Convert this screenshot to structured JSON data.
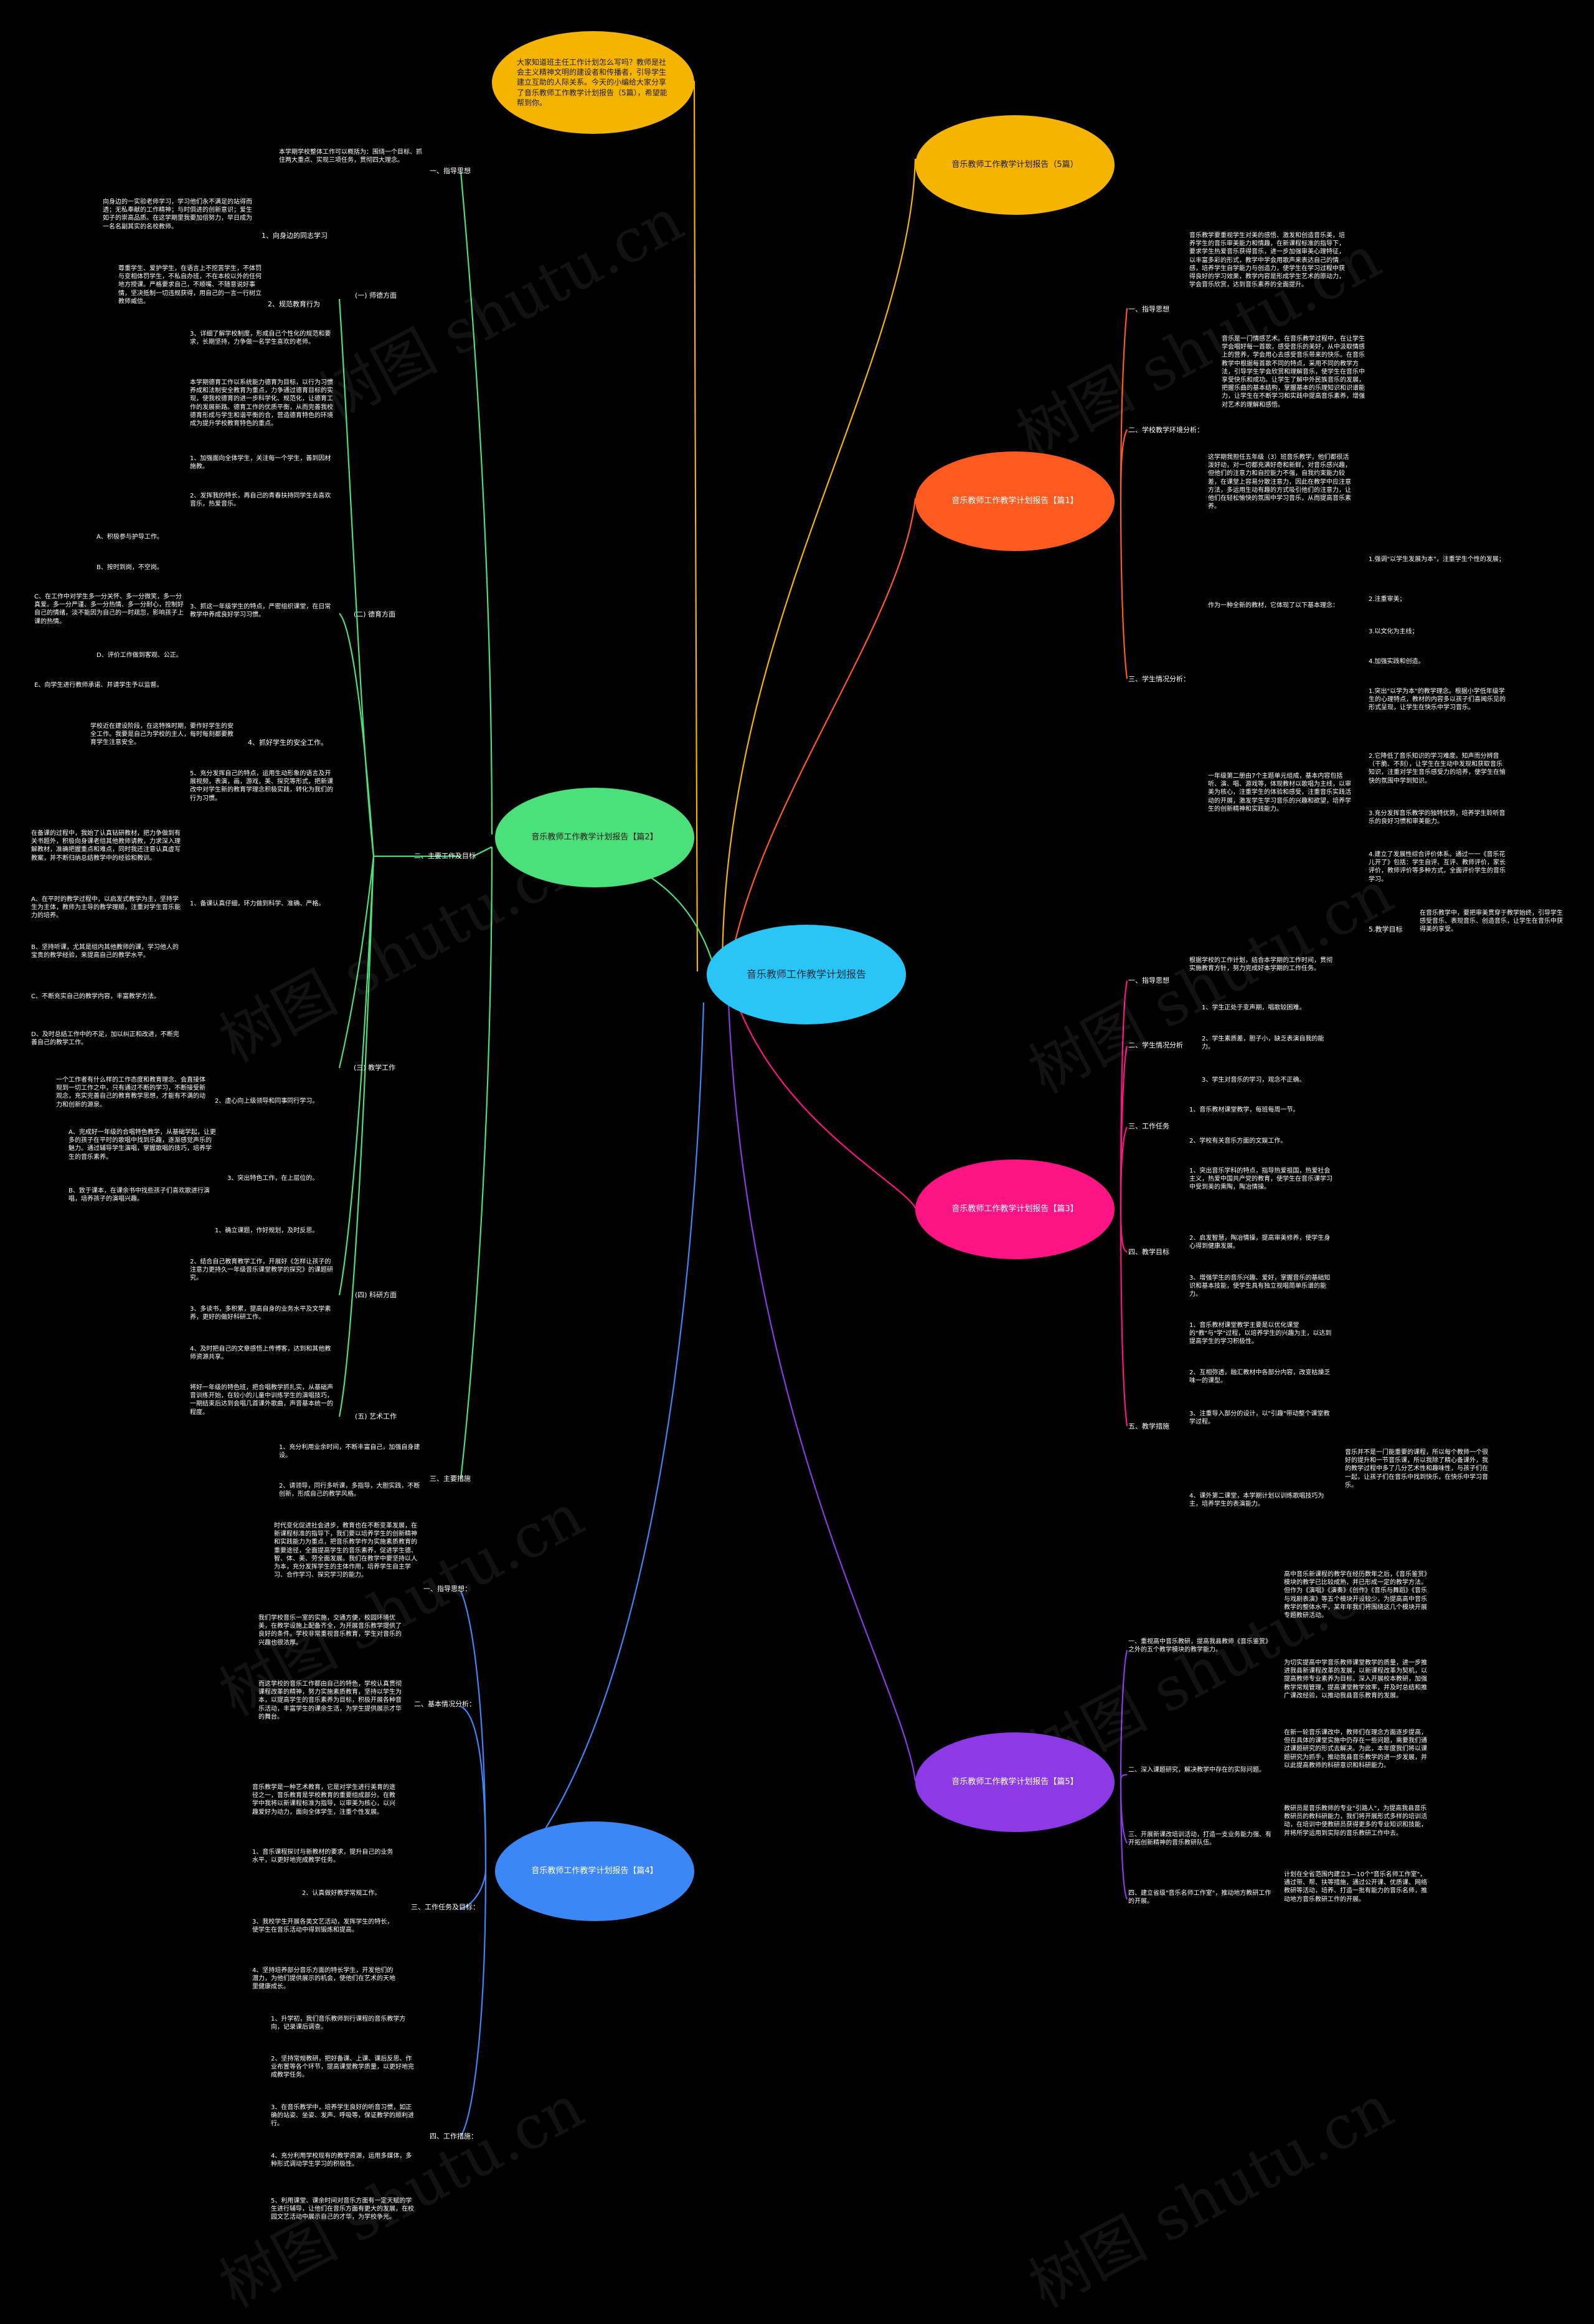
{
  "watermark": "树图 shutu.cn",
  "root": "音乐教师工作教学计划报告",
  "intro": "大家知道班主任工作计划怎么写吗？教师是社会主义精神文明的建设者和传播者，引导学生建立互助的人际关系。今天的小编给大家分享了音乐教师工作教学计划报告（5篇），希望能帮到你。",
  "branch1": "音乐教师工作教学计划报告（5篇）",
  "branch2": {
    "title": "音乐教师工作教学计划报告【篇2】",
    "s1": "一、指导思想",
    "s1_text": "本学期学校整体工作可以概括为：围绕一个目标、抓住两大重点、实现三项任务，贯彻四大理念。",
    "s2": "二、主要工作及目标",
    "g1": "(一) 师德方面",
    "g1_1": "1、向身边的同志学习",
    "g1_1t": "向身边的一实验老师学习，学习他们永不满足的站得而透；无私奉献的工作精神；与时俱进的创新意识；爱生如子的崇高品质。在这学期里我要加倍努力，早日成为一名名副其实的名校教师。",
    "g1_2": "2、规范教育行为",
    "g1_2t": "尊重学生、爱护学生，在语言上不挖苦学生，不体罚与变相体罚学生，不私自办班，不在本校以外的任何地方授课。严格要求自己，不顺嘴、不随意说好事情，坚决抵制一切违规获得，用自己的一言一行树立教师威信。",
    "g1_3t": "3、详细了解学校制度，形成自己个性化的规范和要求，长期坚持，力争做一名学生喜欢的老师。",
    "g2": "(二) 德育方面",
    "g2_a": "本学期德育工作以系统能力德育为目标，以行为习惯养成和法制安全教育为重点，力争通过德育目标的实现，使我校德育的进一步科学化、规范化，让德育工作的发展新路。德育工作的优质平衡，从而完善我校德育形成与学生和谐平衡的合，营造德育特色的环境成为提升学校教育特色的重点。",
    "g2_1": "1、加强面向全体学生，关注每一个学生，善到因材施教。",
    "g2_2": "2、发挥我的特长，再自己的青春扶持同学生去喜欢音乐，热爱音乐。",
    "g2_3": "3、抓这一年级学生的特点，严密组织课堂，在日常教学中养成良好学习习惯。",
    "g2_3a": "A、积极参与护导工作。",
    "g2_3b": "B、按时到岗，不空岗。",
    "g2_3c": "C、在工作中对学生多一分关怀、多一分微笑，多一分真爱。多一分严谨、多一分热情、多一分耐心，控制好自己的情绪，淡不能因为自己的一时疏忽，影响孩子上课的热情。",
    "g2_3d": "D、评价工作做到客观、公正。",
    "g2_3e": "E、向学生进行教师承诺、并请学生予以监督。",
    "g2_4": "4、抓好学生的安全工作。",
    "g2_4t": "学校近在建设阶段，在这特殊时期，要作好学生的安全工作。我要是自己为学校的主人，每时每刻都要教育学生注意安全。",
    "g2_5": "5、充分发挥自己的特点，运用生动形象的语言及开展视频，表演，画，游戏，美、探究等形式，把新课改中对学生新的教育学理念积极实践，转化为我们的行为习惯。",
    "g3": "(三) 教学工作",
    "g3_1": "1、备课认真仔细，环力做到科学、准确、严格。",
    "g3_1t": "在备课的过程中，我始了认真钻研教材，把力争做到有关书题外，积极向身课老组其他教师请教，力求深入理解教材，准确把握重点和难点，同时我还注意认真虚写教案，并不断归纳总结教学中的经验和教训。",
    "g3_1a": "A、在平时的教学过程中，以启发式教学为主，坚持学生为主体，教师为主导的教学理顺，注重对学生音乐能力的培养。",
    "g3_1b": "B、坚持听课，尤其是组内其他教师的课，学习他人的宝贵的教学经验，来提高自己的教学水平。",
    "g3_1c": "C、不断充实自己的教学内容，丰富教学方法。",
    "g3_1d": "D、及时总结工作中的不足，加以纠正和改进，不断完善自己的教学工作。",
    "g3_2": "2、虚心向上级领导和同事同行学习。",
    "g3_2t": "一个工作者有什么样的工作态度和教育理念、会直接体现到一切工作之中，只有通过不断的学习，不断接受新观念，充实完善自己的教育教学思想，才能有不满的动力和创新的源泉。",
    "g3_3": "3、突出特色工作，在上层位的。",
    "g3_3a": "A、完成好一年级的合唱特色教学，从基础学起，让更多的孩子在平时的歌唱中找到乐趣，逐渐感觉声乐的魅力。通过辅导学生演唱，掌握歌唱的技巧，培养学生的音乐素养。",
    "g3_3b": "B、致于课本，在课余书中找些孩子们喜欢歌进行演唱，培养孩子的演唱兴趣。",
    "g4": "(四) 科研方面",
    "g4_1": "1、确立课题，作好规划，及时反思。",
    "g4_2": "2、结合自己教育教学工作，开展好《怎样让孩子的注意力更持久一年级音乐课堂教学的探究》的课题研究。",
    "g4_3": "3、多读书，多积累，提高自身的业务水平及文学素养，更好的做好科研工作。",
    "g4_4": "4、及时把自己的文章感悟上传博客，达到和其他教师资源共享。",
    "g5": "(五) 艺术工作",
    "g5_t": "将好一年级的特色班，把合唱教学抓扎实，从基础声音训练开始，在较小的儿童中训练学生的演唱技巧，一期结束后达到会唱几首课外歌曲，声音基本统一的程度。",
    "s3": "三、主要措施",
    "s3_1": "1、充分利用业余时间，不断丰富自己，加强自身建设。",
    "s3_2": "2、请领导，同行多听课，多指导，大胆实践，不断创新，形成自己的教学风格。"
  },
  "branch3": {
    "title": "音乐教师工作教学计划报告【篇1】",
    "s1": "一、指导思想",
    "s1_t": "音乐教学要重视学生对美的感悟、激发和创造音乐美，培养学生的音乐审美能力和情趣，在新课程标准的指导下，要求学生热爱音乐获得音乐，进一步加强审美心理特征，以丰富多彩的形式，教学中学会用歌声来表达自己的情感，培养学生自学能力与创造力，使学生在学习过程中获得良好的学习效果，教学内容是形成学生艺术的原动力，学会音乐欣赏，达到音乐素养的全面提升。",
    "s2": "二、学校教学环境分析：",
    "s2_t": "音乐是一门情感艺术。在音乐教学过程中，在让学生学会唱好每一首歌，感受音乐的美好，从中汲取情感上的营养，学会用心去感受音乐带来的快乐。在音乐教学中根据每首歌不同的特点，采用不同的教学方法，引导学生学会欣赏和理解音乐，使学生在音乐中享受快乐和成功。让学生了解中外民族音乐的发展，把握乐曲的基本结构，掌握基本的乐理知识和识谱能力，让学生在不断学习和实践中提高音乐素养，增强对艺术的理解和感悟。",
    "s3": "三、学生情况分析：",
    "s3_a": "这学期我担任五年级（3）班音乐教学，他们都很活泼好动，对一切都充满好奇和新鲜，对音乐感兴趣，但他们的注意力和自控能力不强，自我约束能力较差，在课堂上容易分散注意力，因此在教学中应注意方法，多运用生动有趣的方式吸引他们的注意力，让他们在轻松愉快的氛围中学习音乐，从而提高音乐素养。",
    "s3_b": "作为一种全新的教材，它体现了以下基本理念：",
    "s3_b1": "1.强调\"以学生发展为本\"，注重学生个性的发展；",
    "s3_b2": "2.注重审美；",
    "s3_b3": "3.以文化为主线；",
    "s3_b4": "4.加强实践和创造。",
    "s3_c": "一年级第二册由7个主题单元组成，基本内容包括听、演、唱、游戏等，体现教材以歌唱为主线，以审美为核心，注重学生的体验和感受，注重音乐实践活动的开展，激发学生学习音乐的兴趣和欲望，培养学生的创新精神和实践能力。",
    "s3_c1": "1.突出\"以学为本\"的教学理念。根据小学低年级学生的心理特点，教材的内容多以孩子们喜闻乐见的形式呈现，让学生在快乐中学习音乐。",
    "s3_c2": "2.它降低了音乐知识的学习难度。知声而分辨音（干脆、不刻），让学生在生动中发现和获取音乐知识，注重对学生音乐感受力的培养，使学生在愉快的氛围中学到知识。",
    "s3_c3": "3.充分发挥音乐教学的独特优势，培养学生聆听音乐的良好习惯和审美能力。",
    "s3_c4": "4.建立了发展性综合评价体系。通过一一《音乐花儿开了》包括：学生自评、互评、教师评价，家长评价，教师评价等多种方式，全面评价学生的音乐学习。",
    "s3_c5": "5.教学目标",
    "s3_c5t": "在音乐教学中，要把审美贯穿于教学始终，引导学生感受音乐、表现音乐、创造音乐，让学生在音乐中获得美的享受。"
  },
  "branch4": {
    "title": "音乐教师工作教学计划报告【篇4】",
    "s1": "一、指导思想：",
    "s1_t": "时代变化促进社会进步，教育也在不断变革发展，在新课程标准的指导下，我们要以培养学生的创新精神和实践能力为重点，把音乐教学作为实施素质教育的重要途径，全面提高学生的音乐素养，促进学生德、智、体、美、劳全面发展。我们在教学中要坚持以人为本，充分发挥学生的主体作用，培养学生自主学习、合作学习、探究学习的能力。",
    "s2": "二、基本情况分析：",
    "s2_t": "我们学校音乐一室的实施，交通方便，校园环境优美，在教学设施上配备齐全，为开展音乐教学提供了良好的条件。学校非常重视音乐教育，学生对音乐的兴趣也很浓厚。",
    "s2_t2": "而这学校的音乐工作都由自己的特色，学校认真贯彻课程改革的精神，努力实施素质教育，坚持以学生为本，以提高学生的音乐素养为目标，积极开展各种音乐活动，丰富学生的课余生活，为学生提供展示才华的舞台。",
    "s3": "三、工作任务及目标：",
    "s3_t": "音乐教学是一种艺术教育，它是对学生进行美育的途径之一，音乐教育是学校教育的重要组成部分。在教学中我将以新课程标准为指导，以审美为核心，以兴趣爱好为动力，面向全体学生，注重个性发展。",
    "s3_1": "1、音乐课程探讨与新教材的要求，提升自己的业务水平，以更好地完成教学任务。",
    "s3_2": "2、认真做好教学常规工作。",
    "s3_3": "3、我校学生开展各类文艺活动，发挥学生的特长，使学生在音乐活动中得到锻炼和提高。",
    "s3_4": "4、坚持培养部分音乐方面的特长学生，开发他们的潜力，为他们提供展示的机会，使他们在艺术的天地里健康成长。",
    "s4": "四、工作措施：",
    "s4_1": "1、升学初，我们音乐教师到行课程的音乐教学方向，记录课后调查。",
    "s4_2": "2、坚持常规教研，把好备课、上课、课后反思、作业布置等各个环节，提高课堂教学质量，以更好地完成教学任务。",
    "s4_3": "3、在音乐教学中，培养学生良好的听音习惯，如正确的站姿、坐姿、发声、呼吸等，保证教学的顺利进行。",
    "s4_4": "4、充分利用学校现有的教学资源，运用多媒体，多种形式调动学生学习的积极性。",
    "s4_5": "5、利用课堂、课余时间对音乐方面有一定天赋的学生进行辅导，让他们在音乐方面有更大的发展，在校园文艺活动中展示自己的才华，为学校争光。"
  },
  "branch5": {
    "title": "音乐教师工作教学计划报告【篇3】",
    "s1": "一、指导思想",
    "s1_t": "根据学校的工作计划，结合本学期的工作时间，贯彻实施教育方针，努力完成好本学期的工作任务。",
    "s2": "二、学生情况分析",
    "s2_1": "1、学生正处于变声期，唱歌较困难。",
    "s2_2": "2、学生素质差，胆子小，缺乏表演自我的能力。",
    "s2_3": "3、学生对音乐的学习，观念不正确。",
    "s3": "三、工作任务",
    "s3_1": "1、音乐教材课堂教学，每班每周一节。",
    "s3_2": "2、学校有关音乐方面的文娱工作。",
    "s4": "四、教学目标",
    "s4_1": "1、突出音乐学科的特点，指导热爱祖国，热爱社会主义，热爱中国共产党的教育，使学生在音乐课学习中受到美的熏陶，陶冶情操。",
    "s4_2": "2、启发智慧，陶冶情操，提高审美修养，使学生身心得到健康发展。",
    "s4_3": "3、增强学生的音乐兴趣、爱好，掌握音乐的基础知识和基本技能，使学生具有独立视唱简单乐谱的能力。",
    "s5": "五、教学措施",
    "s5_1": "1、音乐教材课堂教学主要是以优化课堂的\"教\"与\"学\"过程，以培养学生的兴趣为主，以达到提高学生的学习积极性。",
    "s5_2": "2、互相弥透，融汇教材中各部分内容，改变枯燥乏味一的课型。",
    "s5_3": "3、注重导入部分的设计，以\"引趣\"带动整个课堂教学过程。",
    "s5_4": "4、课外第二课堂，本学期计划以训练歌唱技巧为主，培养学生的表演能力。",
    "s5_4t": "音乐并不是一门能重要的课程，所以每个教师一个很好的提升和一节音乐课，所以我除了精心备课外，我的教学过程中多了几分艺术性和趣味性，与孩子们在一起，让孩子们在音乐中找到快乐，在快乐中学习音乐。"
  },
  "branch6": {
    "title": "音乐教师工作教学计划报告【篇5】",
    "s1": "一、重视高中音乐教研，提高我县教师《音乐鉴赏》之外的五个教学模块的教学能力。",
    "s1_t": "高中音乐新课程的教学在经历数年之后，《音乐鉴赏》模块的教学已比较成熟，并已形成一定的教学方法。但作为《演唱》《演奏》《创作》《音乐与舞蹈》《音乐与戏剧表演》等五个模块开设较少，为提高高中音乐教学的整体水平，某年年我们将围绕这几个模块开展专题教研活动。",
    "s1_t2": "为切实提高中学音乐教师课堂教学的质量，进一步推进我县新课程改革的发展，以新课程改革为契机，以提高教师专业素养为目标，深入开展校本教研，加强教学常规管理，提高课堂教学效率，并及时总结和推广课改经验，以推动我县音乐教育的发展。",
    "s2": "二、深入课题研究，解决教学中存在的实际问题。",
    "s2_t": "在新一轮音乐课改中，教师们在理念方面逐步提高，但在具体的课堂实施中仍存在一些问题，需要我们通过课题研究的形式去解决。为此，本年度我们将以课题研究为抓手，推动我县音乐教学的进一步发展，并以此提高教师的科研意识和科研能力。",
    "s3": "三、开展新课改培训活动，打造一支业务能力强、有开拓创新精神的音乐教研队伍。",
    "s3_t": "教研员是音乐教师的专业\"引路人\"，为提高我县音乐教研员的教科研能力，我们将开展形式多样的培训活动，在培训中使教研员获得更多的专业知识和技能，并将所学运用到实际的音乐教研工作中去。",
    "s4": "四、建立省级\"音乐名师工作室\"，推动地方教研工作的开展。",
    "s4_t": "计划在全省范围内建立3—10个\"音乐名师工作室\"，通过带、帮、扶等措施，通过公开课、优质课、网络教研等活动，培养、打造一批有能力的音乐名师，推动地方音乐教研工作的开展。"
  }
}
